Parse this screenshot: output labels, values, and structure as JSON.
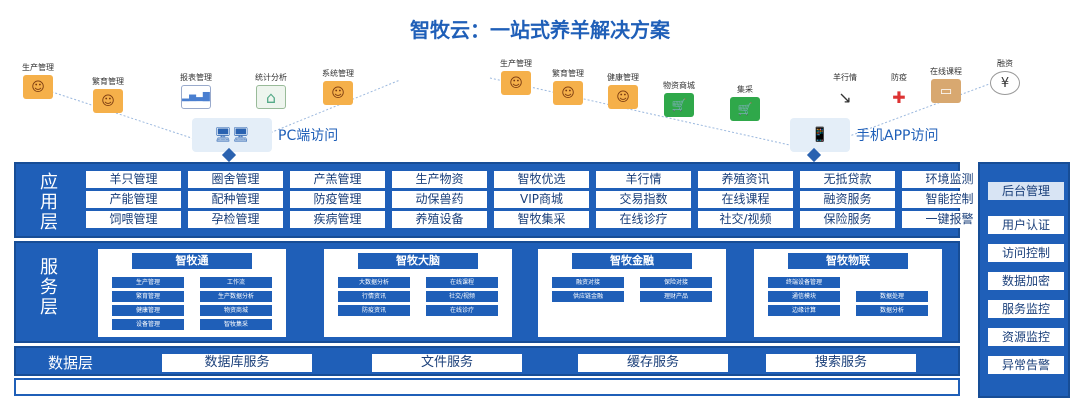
{
  "title": "智牧云：一站式养羊解决方案",
  "top_icons_left": [
    {
      "label": "生产管理",
      "icon": "person-icon"
    },
    {
      "label": "繁育管理",
      "icon": "person-icon"
    },
    {
      "label": "报表管理",
      "icon": "chart-icon"
    },
    {
      "label": "统计分析",
      "icon": "house-icon"
    },
    {
      "label": "系统管理",
      "icon": "person-icon"
    }
  ],
  "top_icons_right": [
    {
      "label": "生产管理",
      "icon": "person-icon"
    },
    {
      "label": "繁育管理",
      "icon": "person-icon"
    },
    {
      "label": "健康管理",
      "icon": "person-icon"
    },
    {
      "label": "物资商城",
      "icon": "cart-icon"
    },
    {
      "label": "集采",
      "icon": "cart-icon"
    },
    {
      "label": "羊行情",
      "icon": "trend-icon"
    },
    {
      "label": "防疫",
      "icon": "cross-icon"
    },
    {
      "label": "在线课程",
      "icon": "course-icon"
    },
    {
      "label": "融资",
      "icon": "money-icon"
    }
  ],
  "pc_access": "PC端访问",
  "app_access": "手机APP访问",
  "app_layer": {
    "label": "应用层",
    "items": [
      "羊只管理",
      "圈舍管理",
      "产羔管理",
      "生产物资",
      "智牧优选",
      "羊行情",
      "养殖资讯",
      "无抵贷款",
      "环境监测",
      "产能管理",
      "配种管理",
      "防疫管理",
      "动保兽药",
      "VIP商城",
      "交易指数",
      "在线课程",
      "融资服务",
      "智能控制",
      "饲喂管理",
      "孕检管理",
      "疾病管理",
      "养殖设备",
      "智牧集采",
      "在线诊疗",
      "社交/视频",
      "保险服务",
      "一键报警"
    ]
  },
  "service_layer": {
    "label": "服务层",
    "boxes": [
      {
        "title": "智牧通",
        "cols": 2,
        "items": [
          "生产管理",
          "工作流",
          "繁育管理",
          "生产数据分析",
          "健康管理",
          "物资商城",
          "设备管理",
          "智牧集采"
        ]
      },
      {
        "title": "智牧大脑",
        "cols": 2,
        "items": [
          "大数据分析",
          "在线课程",
          "行情资讯",
          "社交/视频",
          "防疫资讯",
          "在线诊疗"
        ]
      },
      {
        "title": "智牧金融",
        "cols": 2,
        "items": [
          "融资对接",
          "保险对接",
          "供应链金融",
          "理财产品"
        ]
      },
      {
        "title": "智牧物联",
        "cols": 2,
        "items": [
          "终端设备管理",
          "",
          "通信模块",
          "数据处理",
          "边缘计算",
          "数据分析"
        ]
      }
    ]
  },
  "data_layer": {
    "label": "数据层",
    "items": [
      "数据库服务",
      "文件服务",
      "缓存服务",
      "搜索服务"
    ]
  },
  "backend": {
    "title": "后台管理",
    "items": [
      "用户认证",
      "访问控制",
      "数据加密",
      "服务监控",
      "资源监控",
      "异常告警"
    ]
  }
}
